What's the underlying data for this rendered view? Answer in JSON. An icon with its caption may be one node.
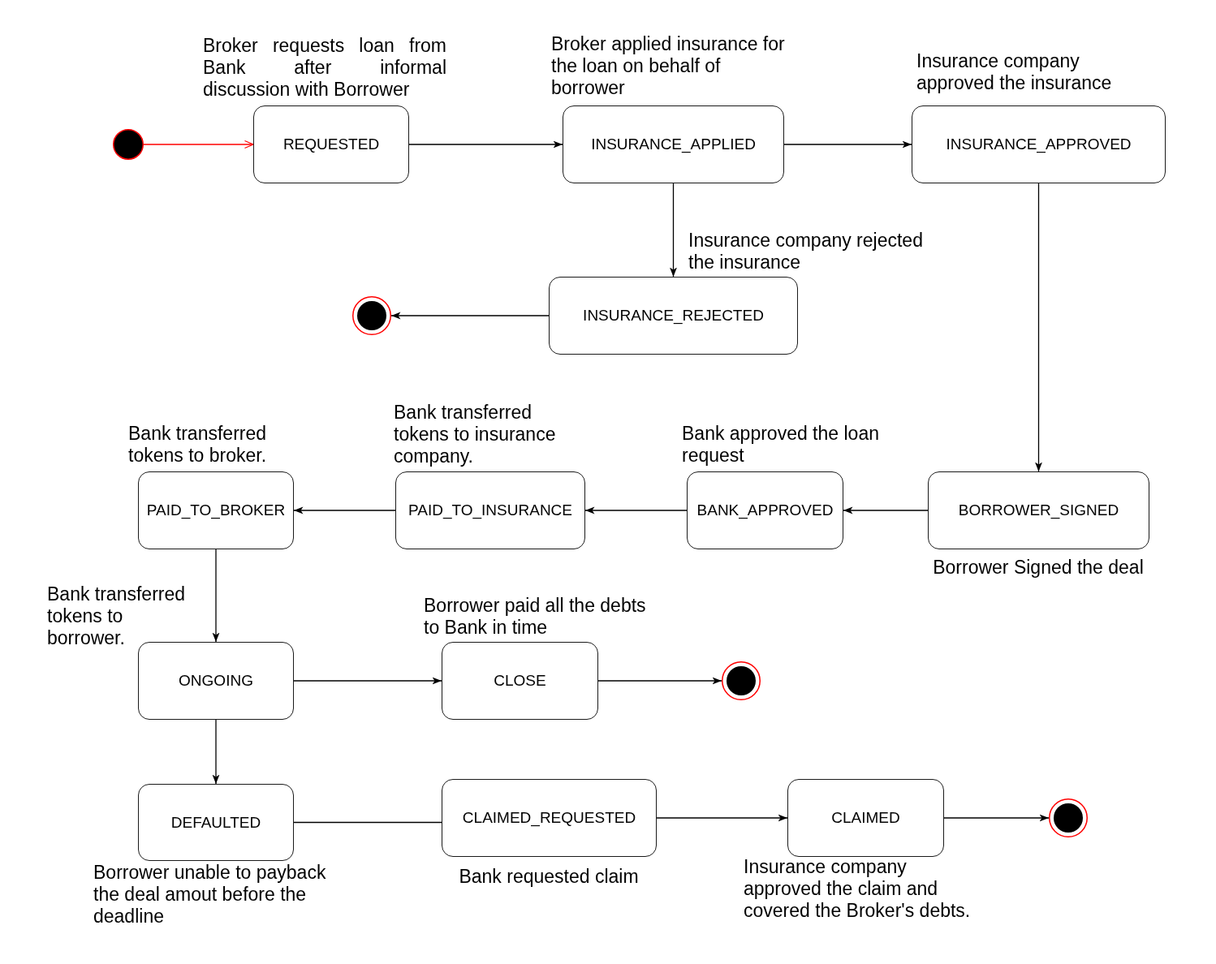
{
  "diagram": {
    "nodes": [
      {
        "text": [],
        "shape": "circle"
      },
      {
        "text": [
          "REQUESTED"
        ],
        "beside": [
          "Broker requests loan from Bank after informal discussion with Borrower"
        ]
      },
      {
        "text": [
          "INSURANCE_APPLIED"
        ],
        "beside": [
          "Broker applied insurance for the loan on behalf of borrower"
        ]
      },
      {
        "text": [
          "INSURANCE_APPROVED"
        ],
        "beside": [
          "Insurance company approved the insurance"
        ]
      },
      {
        "text": [
          "INSURANCE_REJECTED"
        ],
        "beside": [
          "Insurance company rejected the insurance"
        ]
      },
      {
        "text": [],
        "shape": "circle"
      },
      {
        "text": [
          "BORROWER_SIGNED"
        ],
        "beside": [
          "Borrower Signed the deal"
        ]
      },
      {
        "text": [
          "BANK_APPROVED"
        ],
        "beside": [
          "Bank approved the loan request"
        ]
      },
      {
        "text": [
          "PAID_TO_INSURANCE"
        ],
        "beside": [
          "Bank transferred tokens to insurance company."
        ]
      },
      {
        "text": [
          "PAID_TO_BROKER"
        ],
        "beside": [
          "Bank transferred tokens to broker."
        ]
      },
      {
        "text": [
          "ONGOING"
        ],
        "beside": [
          "Bank transferred tokens to borrower."
        ]
      },
      {
        "text": [
          "CLOSE"
        ],
        "beside": [
          "Borrower paid all the debts to Bank in time"
        ]
      },
      {
        "text": [],
        "shape": "circle"
      },
      {
        "text": [
          "DEFAULTED"
        ],
        "beside": [
          "Borrower unable to payback the deal amout before the deadline"
        ]
      },
      {
        "text": [
          "CLAIMED_REQUESTED"
        ],
        "beside": [
          "Bank requested claim"
        ]
      },
      {
        "text": [
          "CLAIMED"
        ],
        "beside": [
          "Insurance company approved the claim and covered the Broker's debts."
        ]
      },
      {
        "text": [],
        "shape": "circle"
      }
    ],
    "edges": [
      {
        "from": 0,
        "to": 1,
        "arrow": "to",
        "color": "#ff0000"
      },
      {
        "from": 1,
        "to": 2,
        "arrow": "to"
      },
      {
        "from": 2,
        "to": 3,
        "arrow": "to"
      },
      {
        "from": 2,
        "to": 4,
        "arrow": "to"
      },
      {
        "from": 4,
        "to": 5,
        "arrow": "to"
      },
      {
        "from": 3,
        "to": 6,
        "arrow": "to"
      },
      {
        "from": 6,
        "to": 7,
        "arrow": "to"
      },
      {
        "from": 7,
        "to": 8,
        "arrow": "to"
      },
      {
        "from": 8,
        "to": 9,
        "arrow": "to"
      },
      {
        "from": 9,
        "to": 10,
        "arrow": "to"
      },
      {
        "from": 10,
        "to": 11,
        "arrow": "to"
      },
      {
        "from": 11,
        "to": 12,
        "arrow": "to"
      },
      {
        "from": 10,
        "to": 13,
        "arrow": "to"
      },
      {
        "from": 13,
        "to": 14,
        "arrow": "none"
      },
      {
        "from": 14,
        "to": 15,
        "arrow": "to"
      },
      {
        "from": 15,
        "to": 16,
        "arrow": "to"
      }
    ]
  }
}
